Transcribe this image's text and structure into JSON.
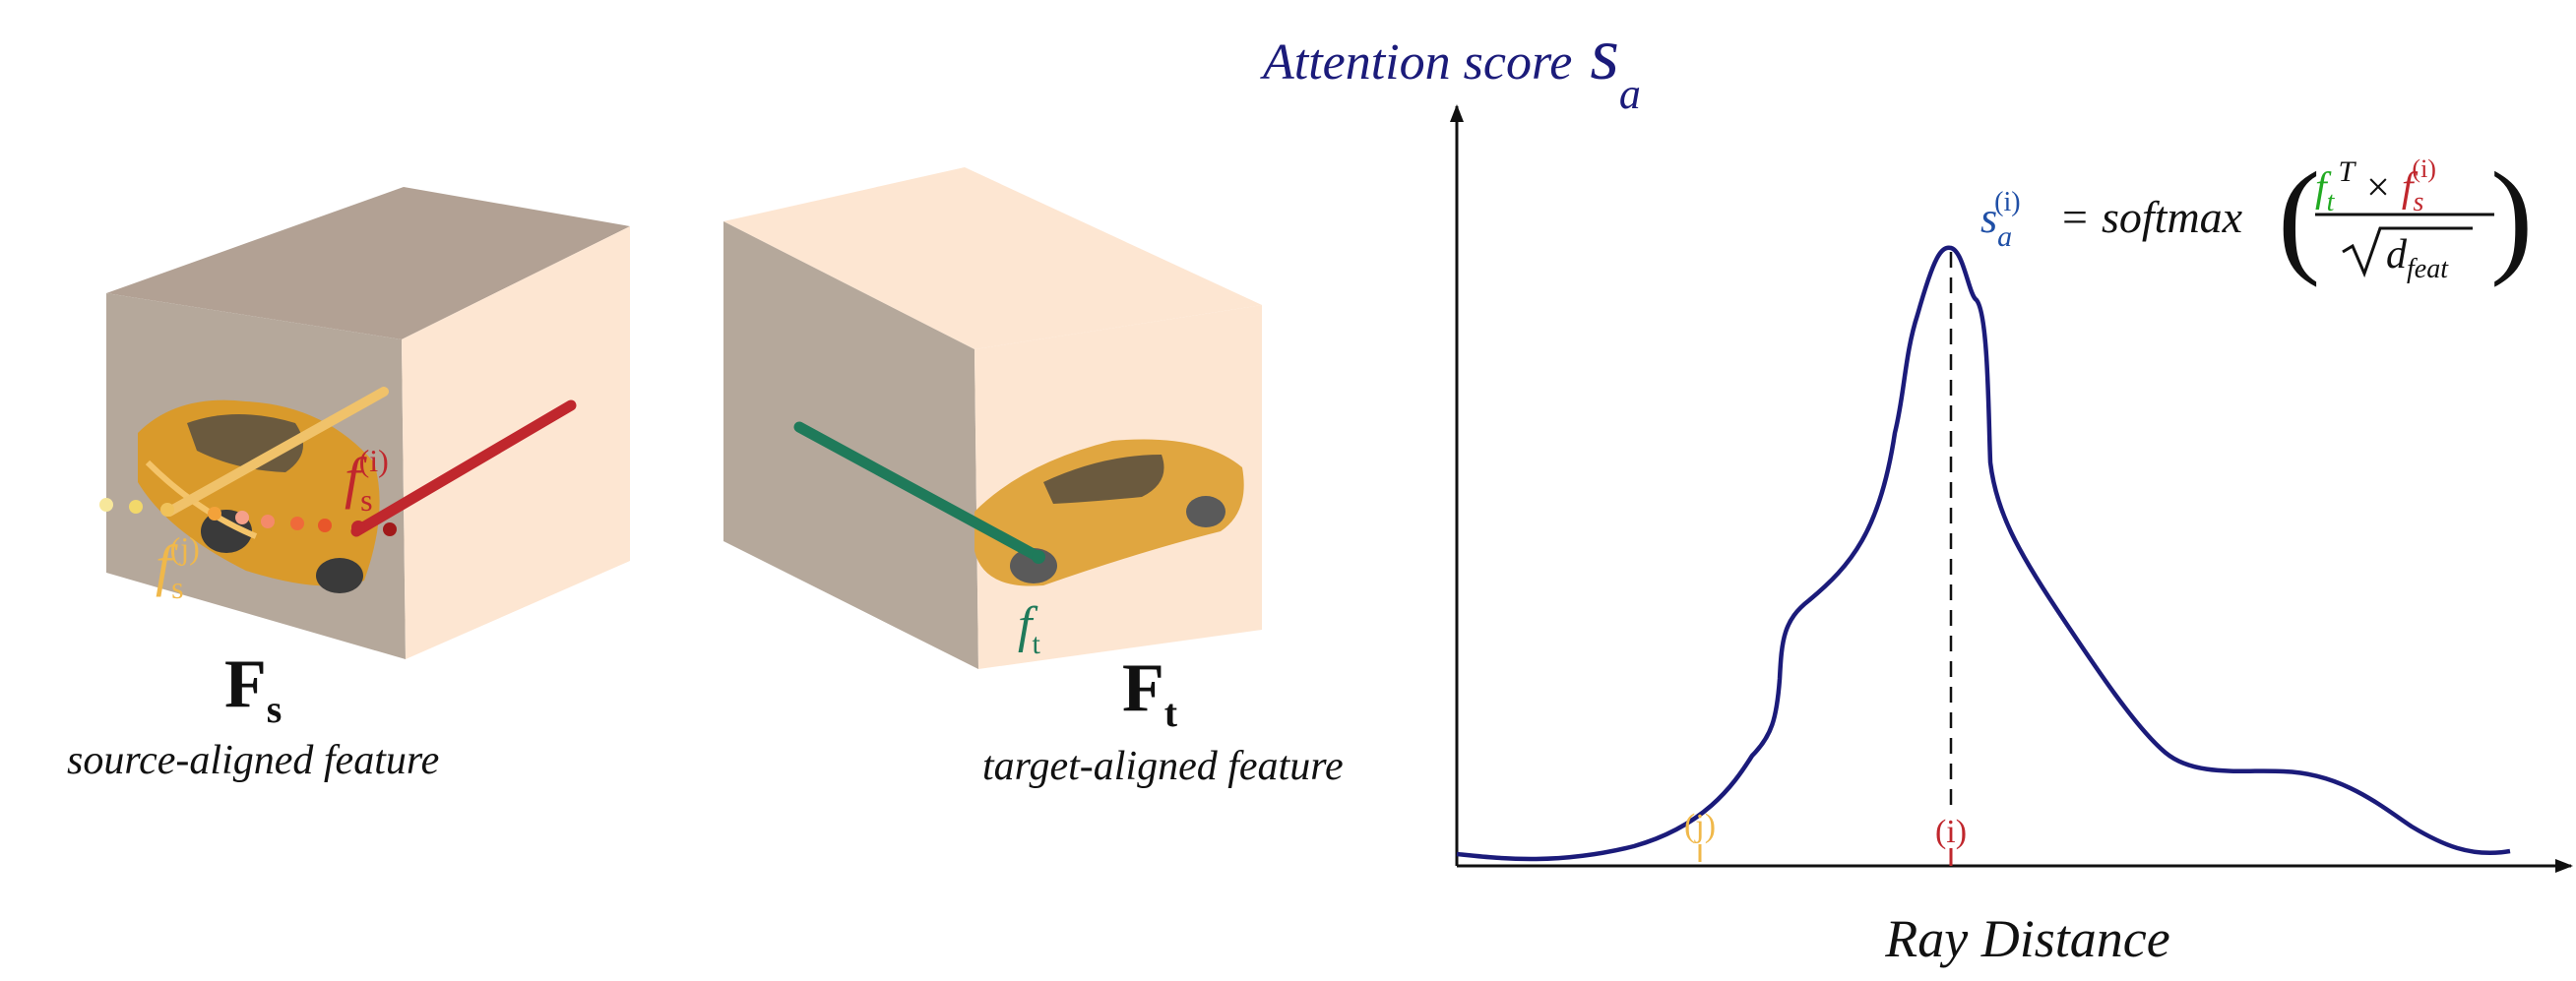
{
  "source": {
    "label_main": "F",
    "label_sub": "s",
    "caption": "source-aligned feature",
    "feat_i": "f",
    "feat_i_sub": "s",
    "feat_i_sup": "(i)",
    "feat_j": "f",
    "feat_j_sub": "s",
    "feat_j_sup": "(j)"
  },
  "target": {
    "label_main": "F",
    "label_sub": "t",
    "caption": "target-aligned feature",
    "feat": "f",
    "feat_sub": "t"
  },
  "chart": {
    "title": "Attention score",
    "title_symbol": "s",
    "title_symbol_sub": "a",
    "xlabel": "Ray Distance",
    "marker_i": "(i)",
    "marker_j": "(j)"
  },
  "formula": {
    "lhs": "s",
    "lhs_sub": "a",
    "lhs_sup": "(i)",
    "eq": "=",
    "fn": "softmax",
    "num_ft": "f",
    "num_ft_sub": "t",
    "num_T": "T",
    "times": "×",
    "num_fs": "f",
    "num_fs_sub": "s",
    "num_fs_sup": "(i)",
    "den": "d",
    "den_sub": "feat"
  },
  "colors": {
    "curve": "#1b1b7a",
    "red": "#c0272d",
    "orange": "#f0b84a",
    "green": "#1f7a5a",
    "formula_green": "#22aa22",
    "cube_dark": "#b5a89b",
    "cube_light": "#fde6d2",
    "car": "#d99a2b"
  }
}
